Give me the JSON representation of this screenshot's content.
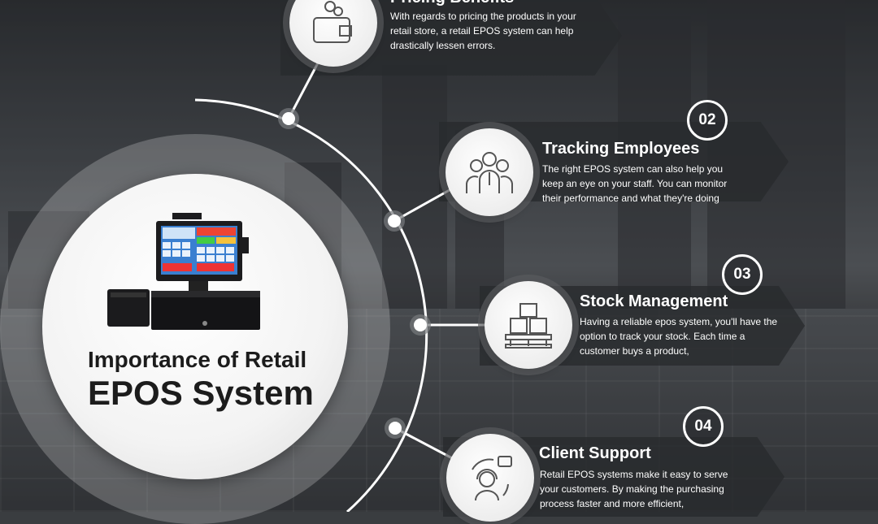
{
  "main": {
    "title_line1": "Importance of Retail",
    "title_line2": "EPOS System"
  },
  "sections": [
    {
      "title": "Pricing Benefits",
      "text": "With regards to pricing the products in your\nretail store, a retail EPOS system can help\ndrastically lessen errors.",
      "icon": "wallet-coins-icon"
    },
    {
      "number": "02",
      "title": "Tracking Employees",
      "text": "The right EPOS system can also help you\nkeep an eye on your staff. You can monitor\ntheir performance and what they're doing",
      "icon": "employees-group-icon"
    },
    {
      "number": "03",
      "title": "Stock Management",
      "text": "Having a reliable epos system, you'll have the\noption to track your stock. Each time a\ncustomer buys a product,",
      "icon": "boxes-pallet-icon"
    },
    {
      "number": "04",
      "title": "Client Support",
      "text": "Retail EPOS systems make it easy to serve\nyour customers. By making the purchasing\nprocess faster and more efficient,",
      "icon": "customer-support-headset-icon"
    }
  ],
  "colors": {
    "accent": "#ffffff",
    "panel": "#2a2c2f",
    "title_text": "#1c1c1c"
  }
}
